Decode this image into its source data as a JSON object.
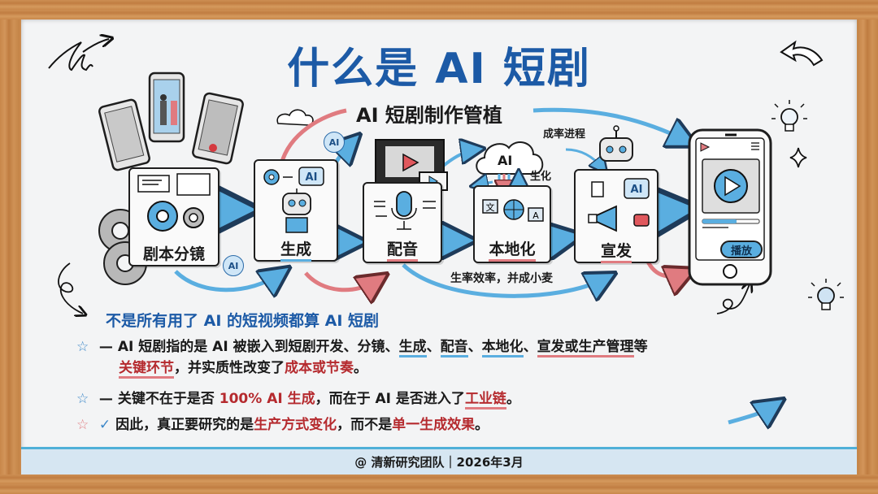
{
  "title": "什么是 AI 短剧",
  "pipeline": {
    "title": "AI 短剧制作管植",
    "stages": [
      {
        "label": "剧本分镜",
        "underline": "none"
      },
      {
        "label": "生成",
        "underline": "blue"
      },
      {
        "label": "配音",
        "underline": "red"
      },
      {
        "label": "本地化",
        "underline": "red"
      },
      {
        "label": "宣发",
        "underline": "red"
      }
    ],
    "notes": {
      "top_right": "成率进程",
      "cloud_side": "生化",
      "bottom_arc": "生率效率，并成小麦",
      "cloud_label": "AI",
      "ai_badge": "AI",
      "ai_bubble": "AI"
    },
    "phone": {
      "play_button": "播放"
    }
  },
  "section": {
    "heading": "不是所有用了 AI 的短视频都算 AI 短剧",
    "bullets": [
      {
        "star": "☆",
        "star_color": "#3a86c8",
        "prefix": "—",
        "segments": [
          {
            "text": "AI 短剧指的是 AI 被嵌入到短剧开发、分镜、",
            "style": "plain"
          },
          {
            "text": "生成",
            "style": "u-blue"
          },
          {
            "text": "、",
            "style": "plain"
          },
          {
            "text": "配音",
            "style": "u-blue"
          },
          {
            "text": "、",
            "style": "plain"
          },
          {
            "text": "本地化",
            "style": "u-blue"
          },
          {
            "text": "、",
            "style": "plain"
          },
          {
            "text": "宣发或生产管理",
            "style": "u-red"
          },
          {
            "text": "等",
            "style": "plain"
          }
        ],
        "line2": [
          {
            "text": "关键环节",
            "style": "red-u"
          },
          {
            "text": "，并实质性改变了",
            "style": "plain"
          },
          {
            "text": "成本或节奏",
            "style": "red"
          },
          {
            "text": "。",
            "style": "plain"
          }
        ]
      },
      {
        "star": "☆",
        "star_color": "#3a86c8",
        "prefix": "—",
        "segments": [
          {
            "text": "关键不在于是否 ",
            "style": "plain"
          },
          {
            "text": "100% AI 生成",
            "style": "red"
          },
          {
            "text": "，而在于 AI 是否进入了",
            "style": "plain"
          },
          {
            "text": "工业链",
            "style": "red-u"
          },
          {
            "text": "。",
            "style": "plain"
          }
        ]
      },
      {
        "star": "☆",
        "star_color": "#e07b80",
        "prefix": "✓",
        "segments": [
          {
            "text": "因此，真正要研究的是",
            "style": "plain"
          },
          {
            "text": "生产方式变化",
            "style": "red"
          },
          {
            "text": "，而不是",
            "style": "plain"
          },
          {
            "text": "单一生成效果",
            "style": "red"
          },
          {
            "text": "。",
            "style": "plain"
          }
        ]
      }
    ]
  },
  "footer": {
    "text": "@ 清新研究团队｜2026年3月"
  },
  "colors": {
    "title_blue": "#1c5aa6",
    "accent_blue": "#5aaee0",
    "accent_red": "#e07b80",
    "text_red": "#b52a2e",
    "footer_bg": "#d6e6f2",
    "footer_line": "#4fb0d8",
    "wood": "#c8874a"
  }
}
